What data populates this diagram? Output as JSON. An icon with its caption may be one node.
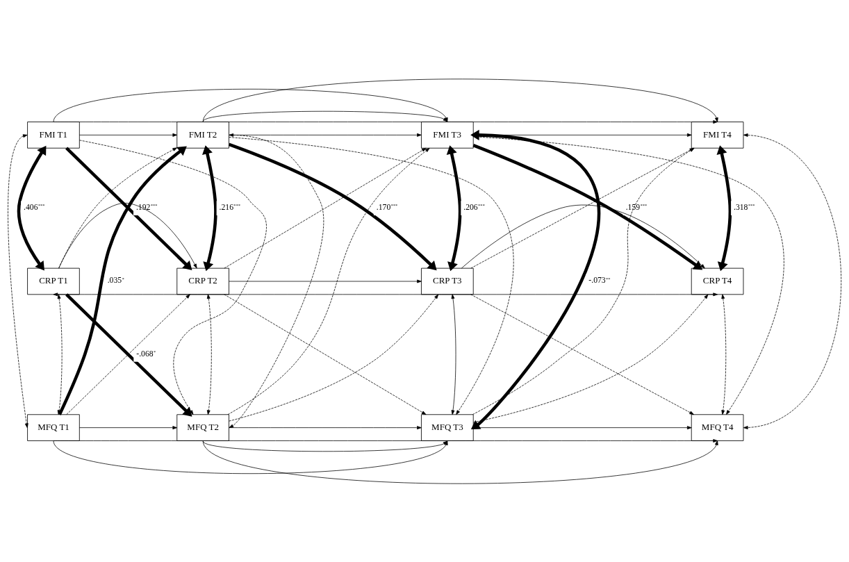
{
  "diagram": {
    "nodes": [
      {
        "text": [
          "FMI T1"
        ]
      },
      {
        "text": [
          "FMI T2"
        ]
      },
      {
        "text": [
          "FMI T3"
        ]
      },
      {
        "text": [
          "FMI T4"
        ]
      },
      {
        "text": [
          "CRP T1"
        ]
      },
      {
        "text": [
          "CRP T2"
        ]
      },
      {
        "text": [
          "CRP T3"
        ]
      },
      {
        "text": [
          "CRP T4"
        ]
      },
      {
        "text": [
          "MFQ T1"
        ]
      },
      {
        "text": [
          "MFQ T2"
        ]
      },
      {
        "text": [
          "MFQ T3"
        ]
      },
      {
        "text": [
          "MFQ T4"
        ]
      }
    ],
    "edges": [
      {
        "from": 0,
        "to": 1,
        "arrow": "to"
      },
      {
        "from": 1,
        "to": 2,
        "arrow": "to"
      },
      {
        "from": 2,
        "to": 3,
        "arrow": "to"
      },
      {
        "from": 4,
        "to": 5,
        "arrow": "to"
      },
      {
        "from": 5,
        "to": 6,
        "arrow": "to"
      },
      {
        "from": 6,
        "to": 7,
        "arrow": "to"
      },
      {
        "from": 8,
        "to": 9,
        "arrow": "to"
      },
      {
        "from": 9,
        "to": 10,
        "arrow": "to"
      },
      {
        "from": 10,
        "to": 11,
        "arrow": "to"
      },
      {
        "from": 0,
        "to": 2,
        "arrow": "to"
      },
      {
        "from": 0,
        "to": 3,
        "arrow": "to"
      },
      {
        "from": 1,
        "to": 2,
        "arrow": "to"
      },
      {
        "from": 1,
        "to": 3,
        "arrow": "to"
      },
      {
        "from": 8,
        "to": 10,
        "arrow": "to"
      },
      {
        "from": 8,
        "to": 11,
        "arrow": "to"
      },
      {
        "from": 9,
        "to": 10,
        "arrow": "to"
      },
      {
        "from": 9,
        "to": 11,
        "arrow": "to"
      },
      {
        "from": 4,
        "to": 7,
        "arrow": "both"
      },
      {
        "from": 0,
        "to": 4,
        "arrow": "both",
        "style": "thick",
        "label": ".406$^{***}$"
      },
      {
        "from": 0,
        "to": 8,
        "arrow": "both",
        "style": "dashed"
      },
      {
        "from": 4,
        "to": 8,
        "arrow": "both",
        "style": "dashed"
      },
      {
        "from": 1,
        "to": 5,
        "arrow": "both",
        "style": "thick",
        "label": ".216$^{***}$"
      },
      {
        "from": 1,
        "to": 9,
        "arrow": "both",
        "style": "dashed"
      },
      {
        "from": 5,
        "to": 9,
        "arrow": "both",
        "style": "dashed"
      },
      {
        "from": 2,
        "to": 6,
        "arrow": "both",
        "style": "thick",
        "label": ".206$^{***}$"
      },
      {
        "from": 2,
        "to": 10,
        "arrow": "both",
        "style": "thick",
        "label": "-.073$^{**}$"
      },
      {
        "from": 6,
        "to": 10,
        "arrow": "both"
      },
      {
        "from": 3,
        "to": 7,
        "arrow": "both",
        "style": "thick",
        "label": ".318$^{***}$"
      },
      {
        "from": 3,
        "to": 11,
        "arrow": "both",
        "style": "dashed"
      },
      {
        "from": 7,
        "to": 11,
        "arrow": "both",
        "style": "dashed"
      },
      {
        "from": 0,
        "to": 5,
        "arrow": "to",
        "style": "thick",
        "label": ".192$^{***}$"
      },
      {
        "from": 0,
        "to": 9,
        "arrow": "to",
        "style": "dashed"
      },
      {
        "from": 4,
        "to": 1,
        "arrow": "to",
        "style": "dashed"
      },
      {
        "from": 4,
        "to": 9,
        "arrow": "to",
        "style": "thick",
        "label": "-.068$^{*}$"
      },
      {
        "from": 8,
        "to": 1,
        "arrow": "to",
        "style": "thick",
        "label": ".035$^{*}$"
      },
      {
        "from": 8,
        "to": 5,
        "arrow": "to",
        "style": "dashed"
      },
      {
        "from": 1,
        "to": 6,
        "arrow": "to",
        "style": "thick",
        "label": ".170$^{***}$"
      },
      {
        "from": 1,
        "to": 10,
        "arrow": "to",
        "style": "dashed"
      },
      {
        "from": 5,
        "to": 2,
        "arrow": "to",
        "style": "dashed"
      },
      {
        "from": 5,
        "to": 10,
        "arrow": "to",
        "style": "dashed"
      },
      {
        "from": 9,
        "to": 2,
        "arrow": "to",
        "style": "dashed"
      },
      {
        "from": 9,
        "to": 6,
        "arrow": "to",
        "style": "dashed"
      },
      {
        "from": 2,
        "to": 7,
        "arrow": "to",
        "style": "thick",
        "label": ".159$^{***}$"
      },
      {
        "from": 2,
        "to": 11,
        "arrow": "to",
        "style": "dashed"
      },
      {
        "from": 6,
        "to": 3,
        "arrow": "to",
        "style": "dashed"
      },
      {
        "from": 6,
        "to": 11,
        "arrow": "to",
        "style": "dashed"
      },
      {
        "from": 10,
        "to": 3,
        "arrow": "to",
        "style": "dashed"
      },
      {
        "from": 10,
        "to": 7,
        "arrow": "to",
        "style": "dashed"
      }
    ]
  }
}
